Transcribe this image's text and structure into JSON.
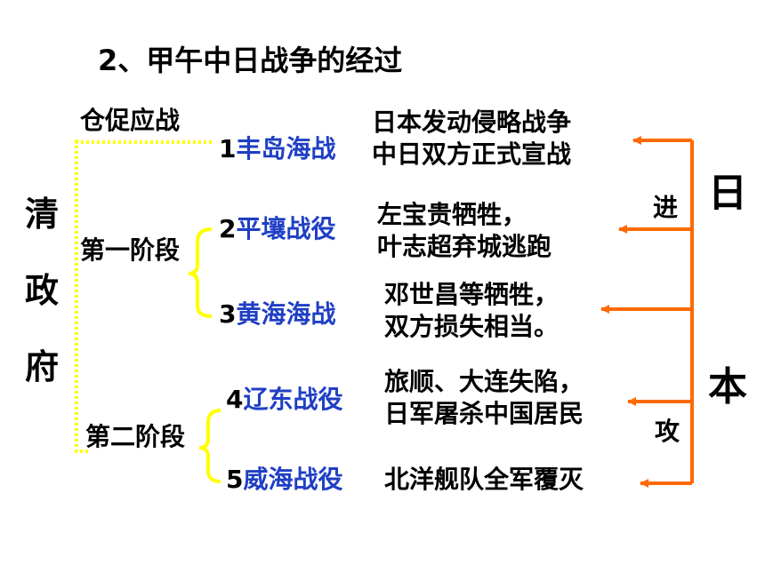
{
  "title": "2、甲午中日战争的经过",
  "left_side": [
    "清",
    "政",
    "府"
  ],
  "right_side": [
    "日",
    "本"
  ],
  "stage_labels": {
    "top": "仓促应战",
    "stage1": "第一阶段",
    "stage2": "第二阶段"
  },
  "battles": [
    {
      "num": "1",
      "name": "丰岛海战",
      "desc": [
        "日本发动侵略战争",
        "中日双方正式宣战"
      ]
    },
    {
      "num": "2",
      "name": "平壤战役",
      "desc": [
        "左宝贵牺牲，",
        "叶志超弃城逃跑"
      ]
    },
    {
      "num": "3",
      "name": "黄海海战",
      "desc": [
        "邓世昌等牺牲，",
        "双方损失相当。"
      ]
    },
    {
      "num": "4",
      "name": "辽东战役",
      "desc": [
        "旅顺、大连失陷，",
        "日军屠杀中国居民"
      ]
    },
    {
      "num": "5",
      "name": "威海战役",
      "desc": [
        "北洋舰队全军覆灭"
      ]
    }
  ],
  "attack_words": [
    "进",
    "攻"
  ],
  "colors": {
    "battle_name": "#1f3fc4",
    "bracket": "#ffff00",
    "arrow": "#ff6a00"
  }
}
